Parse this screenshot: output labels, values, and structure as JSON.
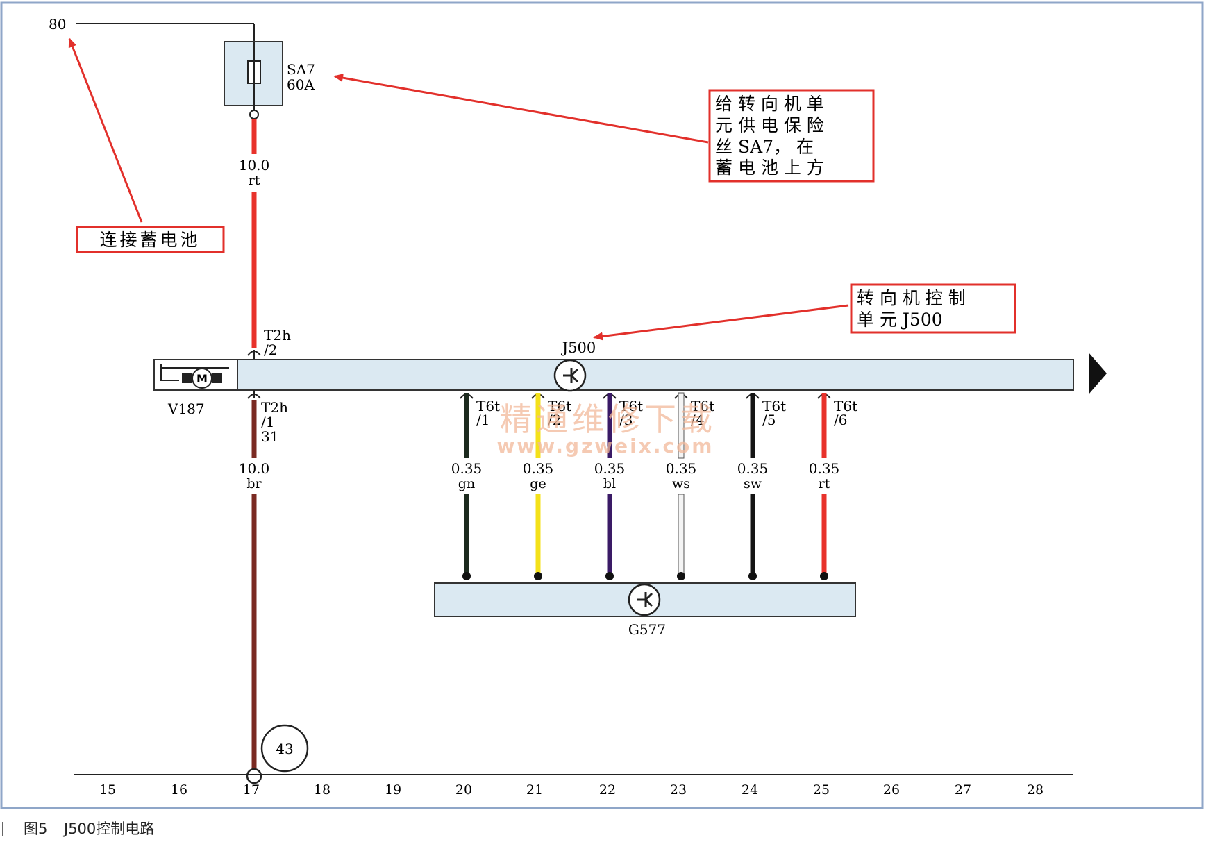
{
  "colors": {
    "frame": "#8fa6c8",
    "module_fill": "#dbe9f2",
    "annotation": "#e2302b",
    "wire_red": "#e8322b",
    "wire_brown": "#7a2a22",
    "wire_green": "#1c2a1e",
    "wire_yellow": "#f4e11a",
    "wire_blue": "#3a1a66",
    "wire_white": "#f4f4f4",
    "wire_black": "#141414",
    "watermark": "#f2b89a"
  },
  "top": {
    "terminal": "80",
    "fuse_name": "SA7",
    "fuse_rating": "60A",
    "wire_size": "10.0",
    "wire_color": "rt"
  },
  "annotations": {
    "fuse_note": [
      "给 转 向 机 单",
      "元 供 电 保 险",
      "丝  SA7，  在",
      "蓄 电 池 上 方"
    ],
    "battery_note": "连接蓄电池",
    "unit_note": [
      "转 向 机 控 制",
      "单 元 J500"
    ]
  },
  "module": {
    "name": "J500",
    "motor_name": "V187",
    "motor_symbol": "M",
    "pin_top": [
      "T2h",
      "/2"
    ],
    "pin_bottom": [
      "T2h",
      "/1",
      "31"
    ]
  },
  "ground": {
    "wire_size": "10.0",
    "wire_color": "br",
    "ground_point": "43"
  },
  "connectors": [
    {
      "pin": [
        "T6t",
        "/1"
      ],
      "size": "0.35",
      "color_code": "gn"
    },
    {
      "pin": [
        "T6t",
        "/2"
      ],
      "size": "0.35",
      "color_code": "ge"
    },
    {
      "pin": [
        "T6t",
        "/3"
      ],
      "size": "0.35",
      "color_code": "bl"
    },
    {
      "pin": [
        "T6t",
        "/4"
      ],
      "size": "0.35",
      "color_code": "ws"
    },
    {
      "pin": [
        "T6t",
        "/5"
      ],
      "size": "0.35",
      "color_code": "sw"
    },
    {
      "pin": [
        "T6t",
        "/6"
      ],
      "size": "0.35",
      "color_code": "rt"
    }
  ],
  "sensor": {
    "name": "G577"
  },
  "scale": [
    "15",
    "16",
    "17",
    "18",
    "19",
    "20",
    "21",
    "22",
    "23",
    "24",
    "25",
    "26",
    "27",
    "28"
  ],
  "watermark": {
    "cn": "精通维修下载",
    "url": "www.gzweix.com"
  },
  "caption": {
    "figure": "图5",
    "title": "J500控制电路"
  }
}
